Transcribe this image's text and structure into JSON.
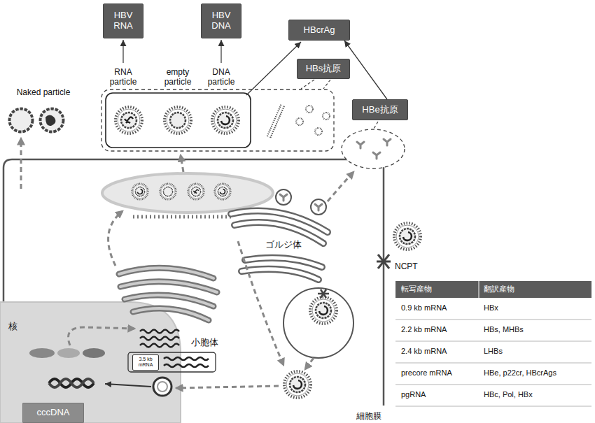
{
  "diagram": {
    "nodes": [
      {
        "text": [
          "HBV RNA"
        ]
      },
      {
        "text": [
          "HBV DNA"
        ]
      },
      {
        "text": [
          "HBcrAg"
        ]
      },
      {
        "text": [
          "HBs抗原"
        ]
      },
      {
        "text": [
          "HBe抗原"
        ]
      },
      {
        "text": [
          "3.5 kb mRNA"
        ]
      },
      {
        "text": [
          "cccDNA"
        ]
      }
    ],
    "edges": [
      {
        "from": 4,
        "to": 2,
        "arrow": "to"
      }
    ],
    "labels": [
      "Naked particle",
      "RNA particle",
      "empty particle",
      "DNA particle",
      "ゴルジ体",
      "NCPT",
      "小胞体",
      "核",
      "転写産物",
      "翻訳産物",
      "0.9 kb mRNA",
      "HBx",
      "2.2 kb mRNA",
      "HBs, MHBs",
      "2.4 kb mRNA",
      "LHBs",
      "precore mRNA",
      "HBe, p22cr, HBcrAgs",
      "pgRNA",
      "HBc, Pol, HBx",
      "細胞膜"
    ]
  }
}
